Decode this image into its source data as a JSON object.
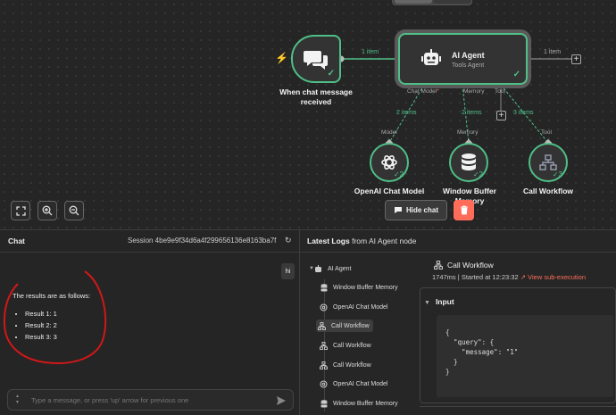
{
  "canvas": {
    "trigger_node": {
      "label": "When chat message received"
    },
    "agent_node": {
      "title": "AI Agent",
      "subtitle": "Tools Agent",
      "ports": {
        "chat_model": "Chat Model",
        "memory": "Memory",
        "tool": "Tool"
      }
    },
    "connections": {
      "trigger_to_agent": "1 item",
      "agent_out": "1 item",
      "chat_model": "2 items",
      "memory": "2 items",
      "tool": "3 items"
    },
    "sub_nodes": [
      {
        "label": "OpenAI Chat Model",
        "port": "Model",
        "count": "2"
      },
      {
        "label": "Window Buffer Memory",
        "port": "Memory",
        "count": "2"
      },
      {
        "label": "Call Workflow",
        "port": "Tool",
        "count": "3"
      }
    ],
    "hide_chat_label": "Hide chat"
  },
  "chat": {
    "title": "Chat",
    "session": "Session  4be9e9f34d6a4f299656136e8163ba7f",
    "user_message": "hi",
    "bot_message": "The results are as follows:",
    "results": [
      "Result 1: 1",
      "Result 2: 2",
      "Result 3: 3"
    ],
    "input_placeholder": "Type a message, or press 'up' arrow for previous one"
  },
  "logs": {
    "title_prefix": "Latest Logs",
    "title_suffix": "from AI Agent node",
    "tree": {
      "root": "AI Agent",
      "items": [
        "Window Buffer Memory",
        "OpenAI Chat Model",
        "Call Workflow",
        "Call Workflow",
        "Call Workflow",
        "OpenAI Chat Model",
        "Window Buffer Memory"
      ]
    },
    "detail": {
      "title": "Call Workflow",
      "duration": "1747ms",
      "started": "Started at 12:23:32",
      "sub_execution_link": "View sub-execution",
      "input_label": "Input",
      "json": "{\n  \"query\": {\n    \"message\": \"1\"\n  }\n}"
    }
  },
  "colors": {
    "accent_green": "#4fbf87",
    "accent_red": "#ff6d5a"
  }
}
